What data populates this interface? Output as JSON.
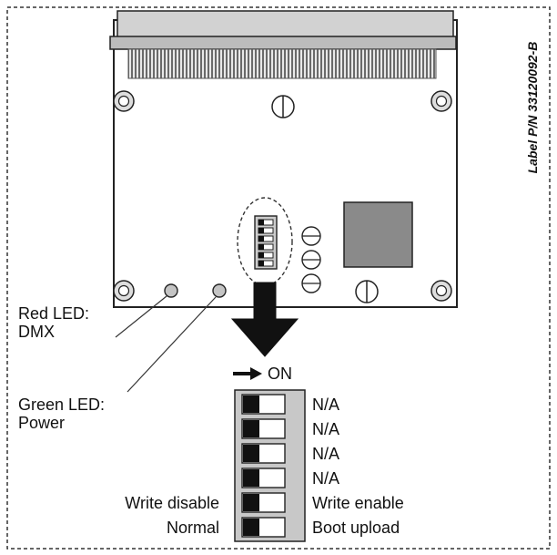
{
  "label_part_number": "Label P/N 33120092-B",
  "leds": {
    "red": {
      "line1": "Red LED:",
      "line2": "DMX"
    },
    "green": {
      "line1": "Green LED:",
      "line2": "Power"
    }
  },
  "dip_switch": {
    "on_label": "ON",
    "switches": [
      {
        "left": "",
        "right": "N/A"
      },
      {
        "left": "",
        "right": "N/A"
      },
      {
        "left": "",
        "right": "N/A"
      },
      {
        "left": "",
        "right": "N/A"
      },
      {
        "left": "Write disable",
        "right": "Write enable"
      },
      {
        "left": "Normal",
        "right": "Boot upload"
      }
    ]
  }
}
